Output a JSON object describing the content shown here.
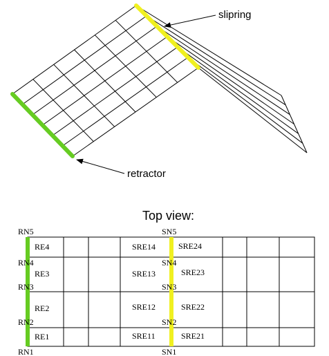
{
  "diagram": {
    "perspective": {
      "slipring_label": "slipring",
      "retractor_label": "retractor"
    },
    "top_view": {
      "title": "Top view:",
      "node_labels": {
        "rn1": "RN1",
        "rn2": "RN2",
        "rn3": "RN3",
        "rn4": "RN4",
        "rn5": "RN5",
        "sn1": "SN1",
        "sn2": "SN2",
        "sn3": "SN3",
        "sn4": "SN4",
        "sn5": "SN5"
      },
      "element_labels": {
        "re1": "RE1",
        "re2": "RE2",
        "re3": "RE3",
        "re4": "RE4",
        "sre11": "SRE11",
        "sre12": "SRE12",
        "sre13": "SRE13",
        "sre14": "SRE14",
        "sre21": "SRE21",
        "sre22": "SRE22",
        "sre23": "SRE23",
        "sre24": "SRE24"
      }
    },
    "colors": {
      "retractor": "#66cc22",
      "slipring": "#f0f020",
      "lines": "#000000"
    }
  }
}
